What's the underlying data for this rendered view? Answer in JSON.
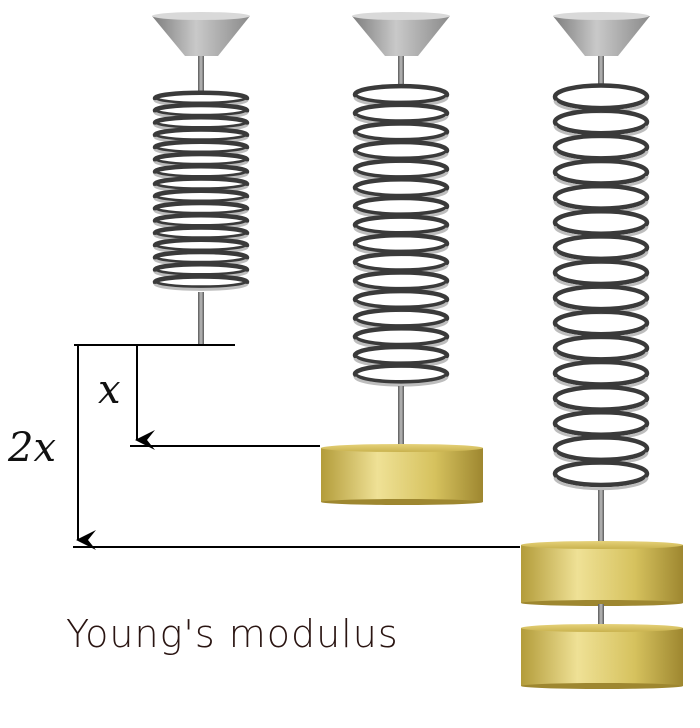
{
  "diagram": {
    "caption": "Young's modulus",
    "label_small": "x",
    "label_large": "2x",
    "colors": {
      "spring": "#5a5a5a",
      "mount": "#a8a8a8",
      "weight": "#d8c660",
      "line": "#000000",
      "caption": "#2a1512"
    },
    "springs": [
      {
        "name": "spring-unloaded",
        "weights": 0
      },
      {
        "name": "spring-one-weight",
        "weights": 1
      },
      {
        "name": "spring-two-weights",
        "weights": 2
      }
    ]
  }
}
